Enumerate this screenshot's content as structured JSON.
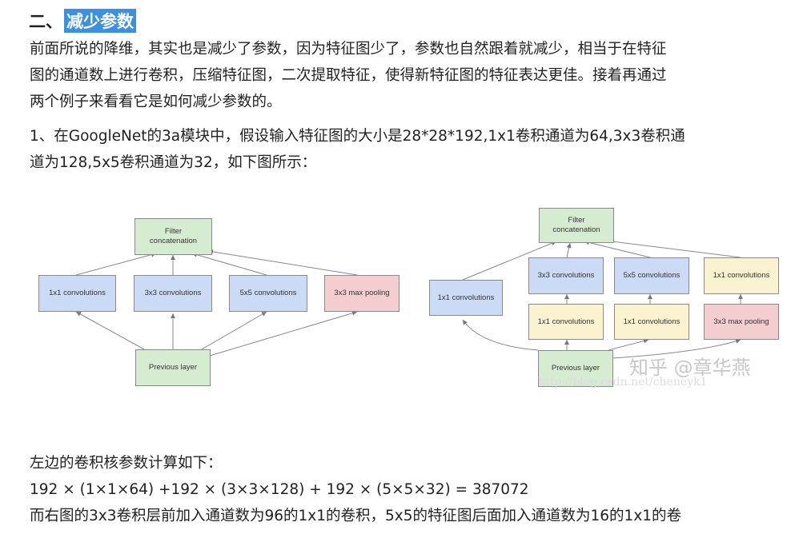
{
  "heading": {
    "prefix": "二、",
    "highlighted": "减少参数"
  },
  "paragraphs": {
    "p1": [
      "前面所说的降维，其实也是减少了参数，因为特征图少了，参数也自然跟着就减少，相当于在特征",
      "图的通道数上进行卷积，压缩特征图，二次提取特征，使得新特征图的特征表达更佳。接着再通过",
      "两个例子来看看它是如何减少参数的。"
    ],
    "p2": [
      "1、在GoogleNet的3a模块中，假设输入特征图的大小是28*28*192,1x1卷积通道为64,3x3卷积通",
      "道为128,5x5卷积通道为32，如下图所示："
    ],
    "p3": [
      "左边的卷积核参数计算如下：",
      "192 × (1×1×64) +192 × (3×3×128) + 192 × (5×5×32) = 387072",
      "而右图的3x3卷积层前加入通道数为96的1x1的卷积，5x5的特征图后面加入通道数为16的1x1的卷"
    ]
  },
  "left_diagram": {
    "filter": "Filter\nconcatenation",
    "conv1": "1x1 convolutions",
    "conv3": "3x3 convolutions",
    "conv5": "5x5 convolutions",
    "pool": "3x3 max pooling",
    "prev": "Previous layer"
  },
  "right_diagram": {
    "filter": "Filter\nconcatenation",
    "conv1": "1x1 convolutions",
    "conv3": "3x3 convolutions",
    "conv5": "5x5 convolutions",
    "conv1_top": "1x1 convolutions",
    "reduce3": "1x1 convolutions",
    "reduce5": "1x1 convolutions",
    "pool": "3x3 max pooling",
    "prev": "Previous layer"
  },
  "watermark": {
    "main": "知乎 @章华燕",
    "url": "http://blog.csdn.net/cheneyk1"
  },
  "colors": {
    "green": "#d6ecd0",
    "blue": "#cbdaf5",
    "yellow": "#fbf2cf",
    "red": "#f4cdd0",
    "highlight": "#3d8fe0"
  }
}
